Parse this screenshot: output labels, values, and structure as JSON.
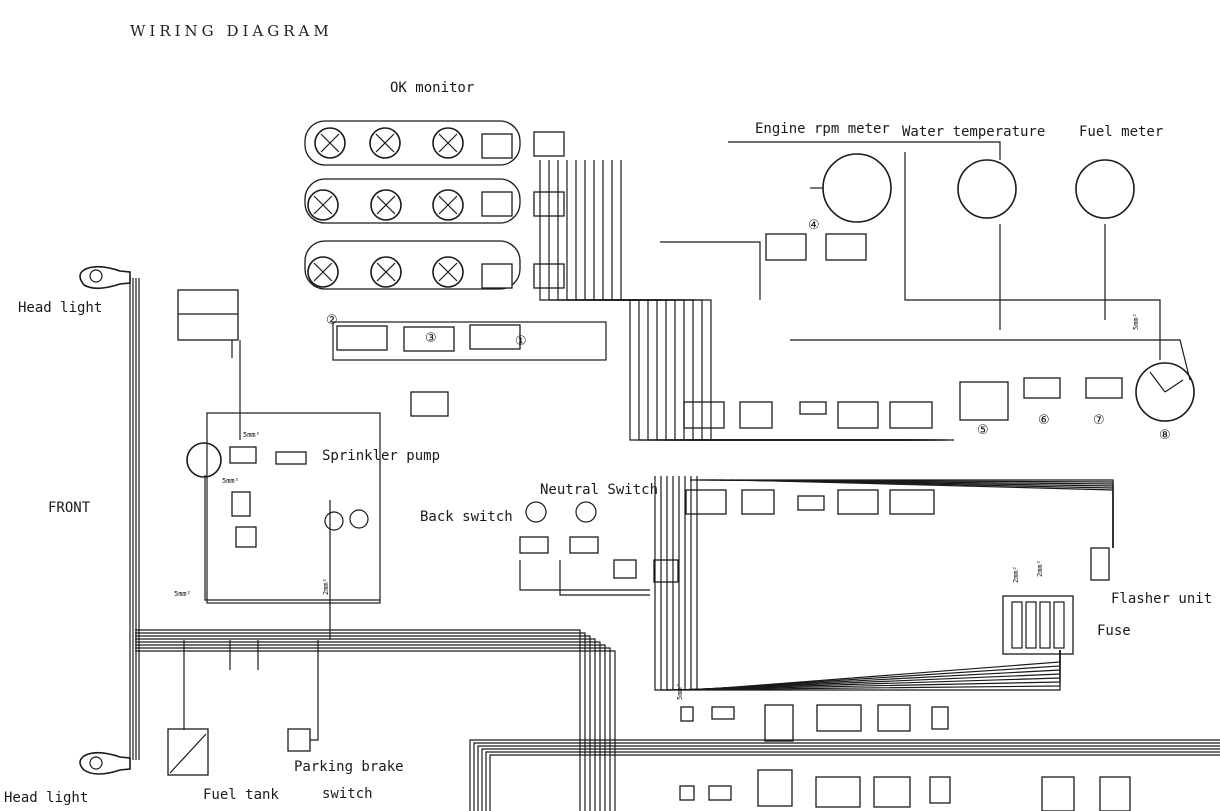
{
  "title": "WIRING DIAGRAM",
  "labels": {
    "ok_monitor": "OK monitor",
    "engine_rpm": "Engine rpm meter",
    "water_temp": "Water temperature",
    "fuel_meter": "Fuel meter",
    "head_light_top": "Head light",
    "head_light_bottom": "Head light",
    "front": "FRONT",
    "sprinkler_pump": "Sprinkler pump",
    "neutral_switch": "Neutral Switch",
    "back_switch": "Back switch",
    "flasher_unit": "Flasher unit",
    "fuse": "Fuse",
    "fuel_tank": "Fuel tank",
    "parking_brake": "Parking brake",
    "parking_brake_2": "switch"
  },
  "markers": {
    "m1": "①",
    "m2": "②",
    "m3": "③",
    "m4": "④",
    "m5": "⑤",
    "m6": "⑥",
    "m7": "⑦",
    "m8": "⑧"
  },
  "wire_sizes": {
    "s1": "5mm²",
    "s2": "5mm²",
    "s3": "5mm²",
    "s4": "5mm²",
    "s5": "2mm²",
    "s6": "2mm²",
    "s7": "2mm²",
    "s8": "5mm²"
  }
}
